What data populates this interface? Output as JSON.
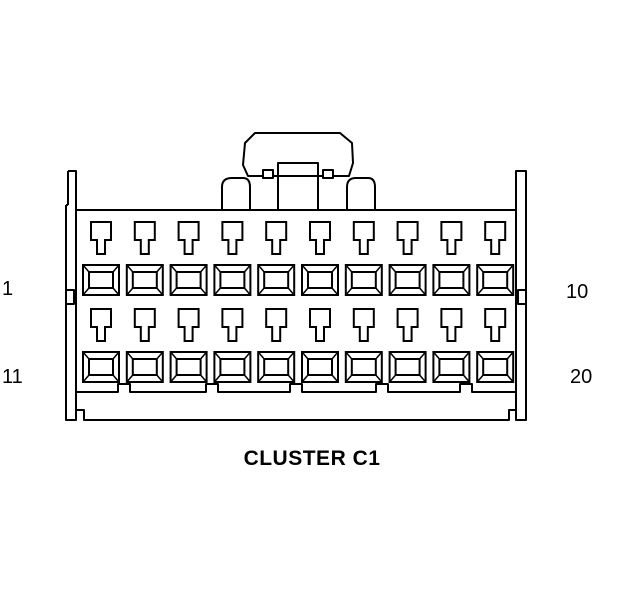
{
  "connector": {
    "title": "CLUSTER C1",
    "rows": 2,
    "cavities_per_row": 10,
    "pin_labels": {
      "row1_start": "1",
      "row1_end": "10",
      "row2_start": "11",
      "row2_end": "20"
    }
  },
  "colors": {
    "line": "#000000",
    "background": "#ffffff"
  }
}
